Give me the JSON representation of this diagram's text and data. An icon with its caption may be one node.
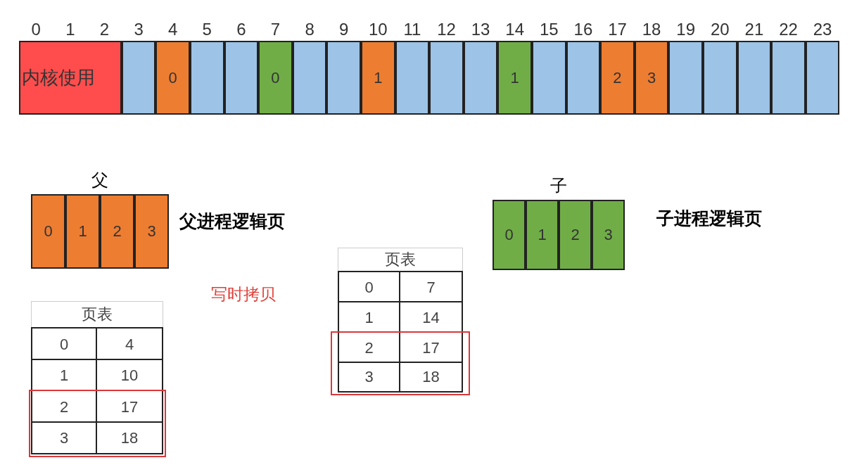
{
  "diagram": {
    "nodes": [
      {
        "text": [
          "内核使用"
        ]
      },
      {
        "text": [],
        "shape": "box"
      },
      {
        "text": [
          "0"
        ]
      },
      {
        "text": [],
        "shape": "box"
      },
      {
        "text": [],
        "shape": "box"
      },
      {
        "text": [
          "0"
        ]
      },
      {
        "text": [],
        "shape": "box"
      },
      {
        "text": [],
        "shape": "box"
      },
      {
        "text": [
          "1"
        ]
      },
      {
        "text": [],
        "shape": "box"
      },
      {
        "text": [],
        "shape": "box"
      },
      {
        "text": [],
        "shape": "box"
      },
      {
        "text": [
          "1"
        ]
      },
      {
        "text": [],
        "shape": "box"
      },
      {
        "text": [],
        "shape": "box"
      },
      {
        "text": [
          "2"
        ]
      },
      {
        "text": [
          "3"
        ]
      },
      {
        "text": [],
        "shape": "box"
      },
      {
        "text": [],
        "shape": "box"
      },
      {
        "text": [],
        "shape": "box"
      },
      {
        "text": [],
        "shape": "box"
      },
      {
        "text": [],
        "shape": "box"
      },
      {
        "text": [
          "父"
        ],
        "beside": [
          "父进程逻辑页"
        ]
      },
      {
        "text": [
          "0"
        ],
        "in": 22
      },
      {
        "text": [
          "1"
        ],
        "in": 22
      },
      {
        "text": [
          "2"
        ],
        "in": 22
      },
      {
        "text": [
          "3"
        ],
        "in": 22
      },
      {
        "text": [
          "子"
        ],
        "beside": [
          "子进程逻辑页"
        ]
      },
      {
        "text": [
          "0"
        ],
        "in": 27
      },
      {
        "text": [
          "1"
        ],
        "in": 27
      },
      {
        "text": [
          "2"
        ],
        "in": 27
      },
      {
        "text": [
          "3"
        ],
        "in": 27
      }
    ],
    "edges": [],
    "labels": [
      "0",
      "1",
      "2",
      "3",
      "4",
      "5",
      "6",
      "7",
      "8",
      "9",
      "10",
      "11",
      "12",
      "13",
      "14",
      "15",
      "16",
      "17",
      "18",
      "19",
      "20",
      "21",
      "22",
      "23",
      "写时拷贝",
      "页表",
      "0",
      "7",
      "1",
      "14",
      "2",
      "17",
      "3",
      "18",
      "页表",
      "0",
      "4",
      "1",
      "10",
      "2",
      "17",
      "3",
      "18"
    ]
  }
}
